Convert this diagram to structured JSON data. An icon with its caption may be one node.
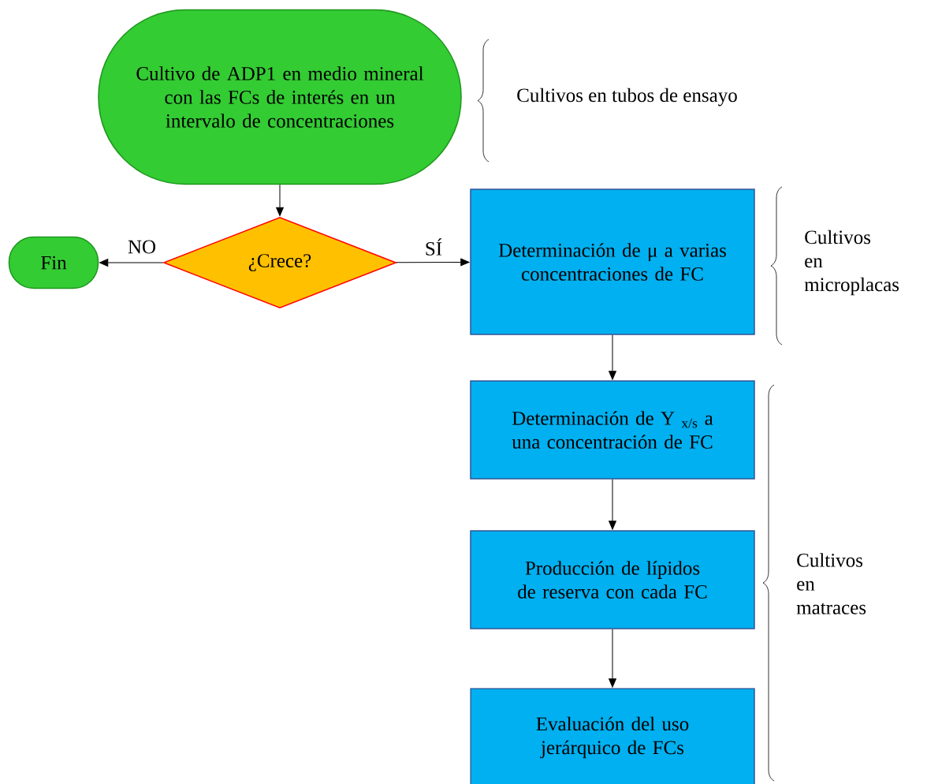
{
  "diagram": {
    "nodes": [
      {
        "text": [
          "Cultivo de ADP1 en medio mineral con las FCs de interés en un intervalo de concentraciones"
        ]
      },
      {
        "text": [
          "¿Crece?"
        ]
      },
      {
        "text": [
          "Fin"
        ]
      },
      {
        "text": [
          "Determinación de μ a varias concentraciones de FC"
        ]
      },
      {
        "text": [
          "Determinación de Y $_{x/s}$ a una concentración de FC"
        ]
      },
      {
        "text": [
          "Producción de lípidos de reserva con cada FC"
        ]
      },
      {
        "text": [
          "Evaluación del uso jerárquico de FCs"
        ]
      }
    ],
    "edges": [
      {
        "from": 0,
        "to": 1,
        "arrow": "to"
      },
      {
        "from": 1,
        "to": 2,
        "arrow": "to",
        "label": "NO"
      },
      {
        "from": 1,
        "to": 3,
        "arrow": "to",
        "label": "SÍ"
      },
      {
        "from": 3,
        "to": 4,
        "arrow": "to"
      },
      {
        "from": 4,
        "to": 5,
        "arrow": "to"
      },
      {
        "from": 5,
        "to": 6,
        "arrow": "to"
      }
    ],
    "labels": [
      "Cultivos en tubos de ensayo",
      "Cultivos en microplacas",
      "Cultivos en matraces"
    ]
  }
}
